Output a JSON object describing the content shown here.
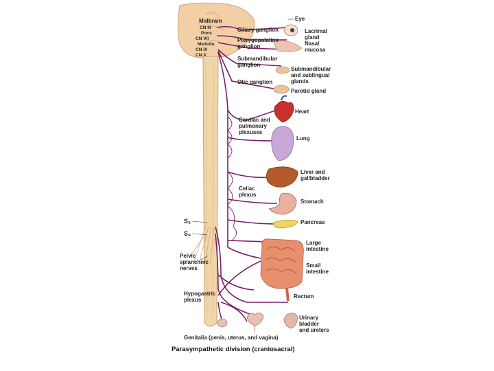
{
  "figure": {
    "caption": "Parasympathetic division (craniosacral)",
    "colors": {
      "nerve": "#7a1f6b",
      "cord": "#f1d6a8",
      "brain": "#f3cfa6",
      "heart": "#c9302c",
      "lung": "#c8a8d8",
      "liver": "#b55a2a",
      "stomach": "#eab0a0",
      "pancreas": "#f2d560",
      "intestine": "#e88f6e",
      "bladder": "#e3b7a8",
      "genitalia": "#e9c0b8"
    }
  },
  "labels": {
    "midbrain": "Midbrain",
    "cn3": "CN III",
    "pons": "Pons",
    "cn7": "CN VII",
    "medulla": "Medulla",
    "cn9": "CN IX",
    "cn10": "CN X",
    "s2": "S₂",
    "s4": "S₄",
    "pelvic": [
      "Pelvic",
      "splanchnic",
      "nerves"
    ],
    "hypogastric": [
      "Hypogastric",
      "plexus"
    ],
    "genitalia": "Genitalia (penis, uterus, and vagina)",
    "ciliary": "Ciliary ganglion",
    "pterygopalatine": [
      "Pterygopalatine",
      "ganglion"
    ],
    "submandibular_ganglion": [
      "Submandibular",
      "ganglion"
    ],
    "otic": "Otic ganglion",
    "cardiac": [
      "Cardiac and",
      "pulmonary",
      "plexuses"
    ],
    "celiac": [
      "Celiac",
      "plexus"
    ],
    "eye": "Eye",
    "lacrimal": [
      "Lacrimal",
      "gland"
    ],
    "nasal": [
      "Nasal",
      "mucosa"
    ],
    "submandibular_glands": [
      "Submandibular",
      "and sublingual",
      "glands"
    ],
    "parotid": "Parotid gland",
    "heart": "Heart",
    "lung": "Lung",
    "liver": [
      "Liver and",
      "gallbladder"
    ],
    "stomach": "Stomach",
    "pancreas": "Pancreas",
    "large_intestine": [
      "Large",
      "intestine"
    ],
    "small_intestine": [
      "Small",
      "intestine"
    ],
    "rectum": "Rectum",
    "urinary": [
      "Urinary",
      "bladder",
      "and ureters"
    ]
  }
}
